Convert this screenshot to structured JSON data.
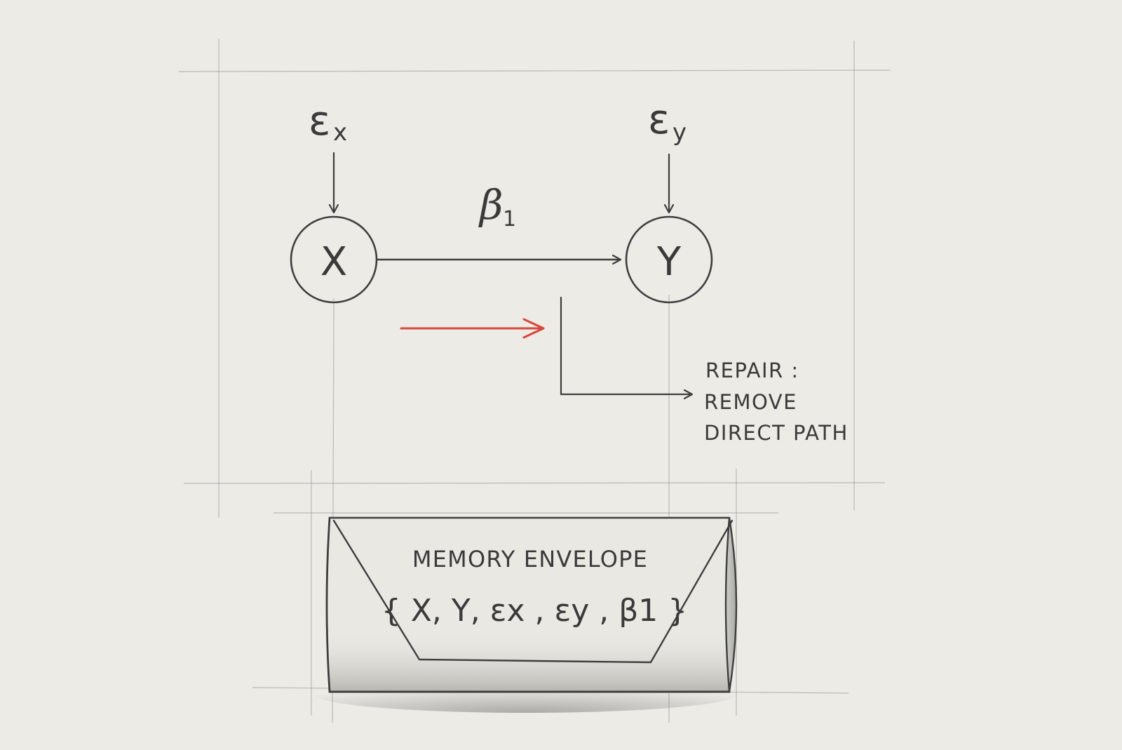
{
  "nodes": {
    "x": {
      "label": "X"
    },
    "y": {
      "label": "Y"
    }
  },
  "errors": {
    "ex": {
      "symbol": "ε",
      "sub": "x"
    },
    "ey": {
      "symbol": "ε",
      "sub": "y"
    }
  },
  "edge": {
    "symbol": "β",
    "sub": "1"
  },
  "repair": {
    "line1": "REPAIR :",
    "line2": "REMOVE",
    "line3": "DIRECT PATH"
  },
  "envelope": {
    "title": "MEMORY ENVELOPE",
    "contents": "{ X, Y, εx , εy , β1 }"
  },
  "colors": {
    "paper": "#ecebe6",
    "pencil": "#3e3e3e",
    "red_arrow": "#d9473c"
  }
}
